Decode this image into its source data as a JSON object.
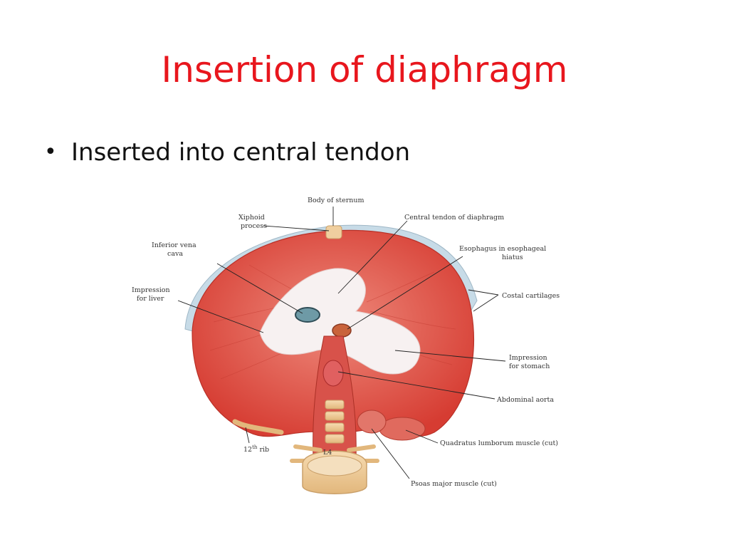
{
  "slide": {
    "title": "Insertion of diaphragm",
    "bullets": [
      {
        "text": "Inserted into central tendon"
      }
    ]
  },
  "figure": {
    "labels": {
      "body_of_sternum": "Body of sternum",
      "xiphoid_1": "Xiphoid",
      "xiphoid_2": "process",
      "ivc_1": "Inferior vena",
      "ivc_2": "cava",
      "liver_1": "Impression",
      "liver_2": "for liver",
      "central_tendon": "Central tendon of diaphragm",
      "esophagus_1": "Esophagus in esophageal",
      "esophagus_2": "hiatus",
      "costal_cartilages": "Costal cartilages",
      "stomach_1": "Impression",
      "stomach_2": "for stomach",
      "abdominal_aorta": "Abdominal aorta",
      "quadratus": "Quadratus lumborum muscle (cut)",
      "rib12_main": "12",
      "rib12_sup": "th",
      "rib12_rest": " rib",
      "psoas": "Psoas major muscle (cut)",
      "l4": "L4"
    },
    "colors": {
      "muscle": "#dd4a3f",
      "muscle_light": "#ee8a7c",
      "tendon": "#f7f1f1",
      "cartilage": "#c7dbe7",
      "bone": "#f0cf9f",
      "bone_dark": "#caa06a",
      "label_line": "#222222"
    }
  }
}
